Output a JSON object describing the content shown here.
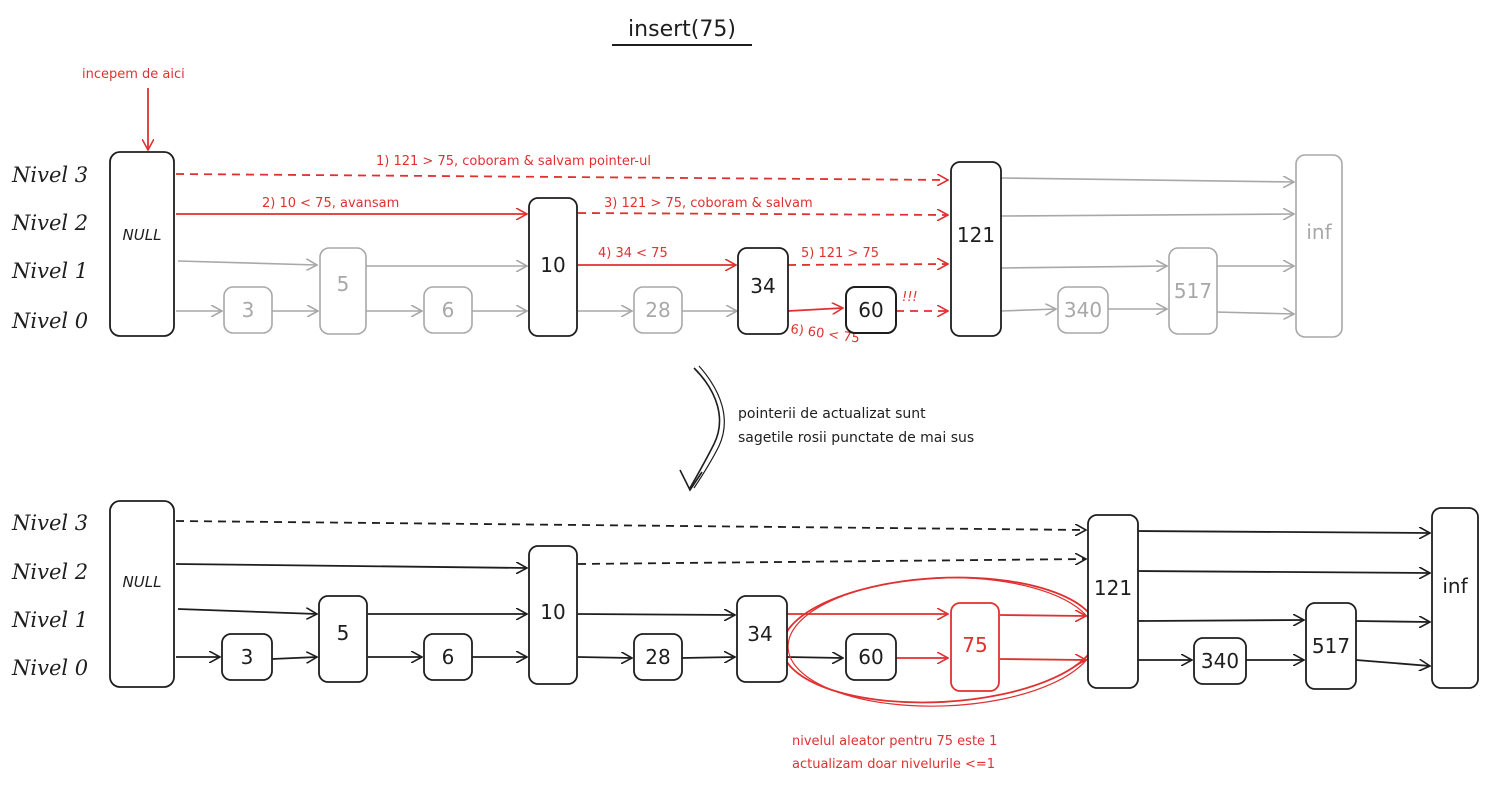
{
  "title": "insert(75)",
  "colors": {
    "red": "#e03131",
    "black": "#1e1e1e",
    "gray": "#a8a8a8"
  },
  "level_labels": [
    "Nivel 3",
    "Nivel 2",
    "Nivel 1",
    "Nivel 0"
  ],
  "top": {
    "start_note": "incepem de aici",
    "nodes": {
      "null": "NULL",
      "n3": "3",
      "n5": "5",
      "n6": "6",
      "n10": "10",
      "n28": "28",
      "n34": "34",
      "n60": "60",
      "n121": "121",
      "n340": "340",
      "n517": "517",
      "inf": "inf"
    },
    "steps": {
      "s1": "1) 121 > 75, coboram & salvam pointer-ul",
      "s2": "2) 10 < 75, avansam",
      "s3": "3) 121 > 75, coboram & salvam",
      "s4": "4) 34 < 75",
      "s5": "5) 121 > 75",
      "s6": "6) 60 < 75",
      "bang": "!!!"
    }
  },
  "transition_note": [
    "pointerii de actualizat sunt",
    "sagetile rosii punctate de mai sus"
  ],
  "bottom": {
    "nodes": {
      "null": "NULL",
      "n3": "3",
      "n5": "5",
      "n6": "6",
      "n10": "10",
      "n28": "28",
      "n34": "34",
      "n60": "60",
      "n75": "75",
      "n121": "121",
      "n340": "340",
      "n517": "517",
      "inf": "inf"
    },
    "note": [
      "nivelul aleator pentru 75 este 1",
      "actualizam doar nivelurile <=1"
    ]
  }
}
